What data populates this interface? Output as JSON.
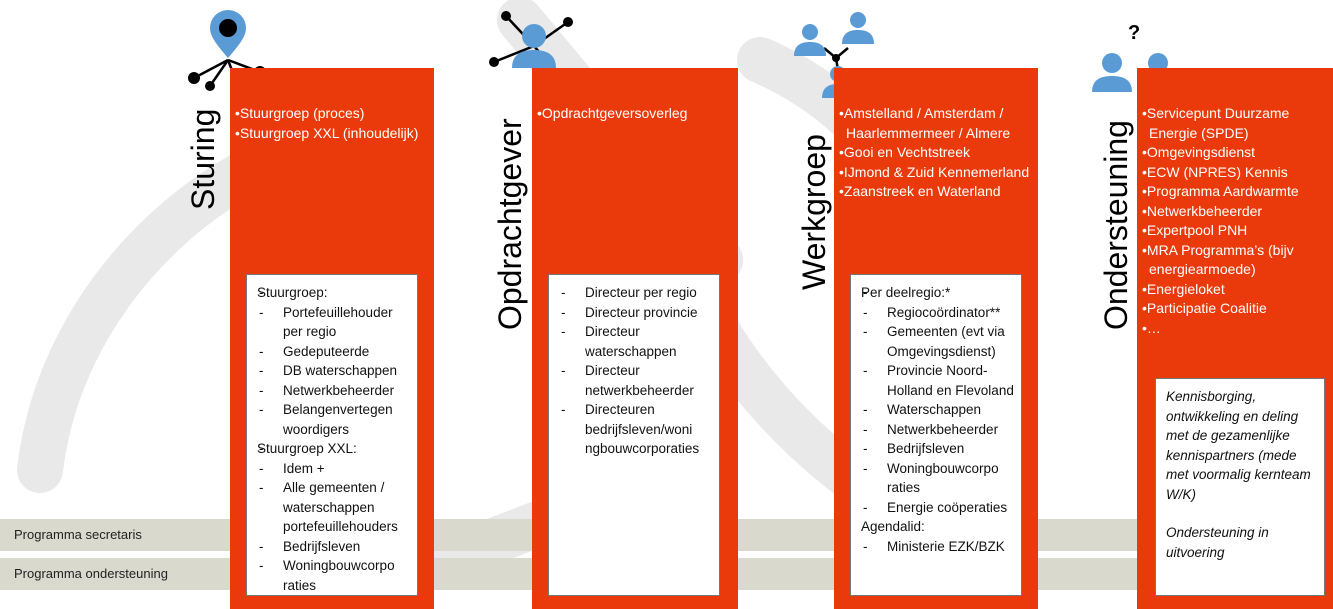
{
  "colors": {
    "column": "#ea3a0c",
    "band": "#d9d9ce",
    "icon": "#5b9bd5",
    "node": "#000000"
  },
  "bands": [
    {
      "label": "Programma secretaris"
    },
    {
      "label": "Programma ondersteuning"
    }
  ],
  "columns": [
    {
      "title": "Sturing",
      "icon": "map-pin-network-icon",
      "bullets": [
        "Stuurgroep (proces)",
        "Stuurgroep XXL (inhoudelijk)"
      ],
      "box": {
        "groups": [
          {
            "header": "Stuurgroep:",
            "items": [
              "Portefeuillehouder per regio",
              "Gedeputeerde",
              "DB waterschappen",
              "Netwerkbeheerder",
              "Belangenvertegen woordigers"
            ]
          },
          {
            "header": "Stuurgroep XXL:",
            "items": [
              "Idem +",
              "Alle gemeenten / waterschappen portefeuillehouders",
              "Bedrijfsleven",
              "Woningbouwcorpo raties"
            ]
          }
        ]
      }
    },
    {
      "title": "Opdrachtgever",
      "icon": "person-network-icon",
      "bullets": [
        "Opdrachtgeversoverleg"
      ],
      "box": {
        "groups": [
          {
            "header": "",
            "items": [
              "Directeur per regio",
              "Directeur provincie",
              "Directeur waterschappen",
              "Directeur netwerkbeheerder",
              "Directeuren bedrijfsleven/woni ngbouwcorporaties"
            ]
          }
        ]
      }
    },
    {
      "title": "Werkgroep",
      "icon": "people-network-icon",
      "bullets": [
        "Amstelland / Amsterdam / Haarlemmermeer / Almere",
        "Gooi en Vechtstreek",
        "IJmond & Zuid Kennemerland",
        "Zaanstreek en Waterland"
      ],
      "box": {
        "groups": [
          {
            "header": "Per deelregio:*",
            "items": [
              "Regiocoördinator**",
              "Gemeenten (evt via Omgevingsdienst)",
              "Provincie Noord-Holland en Flevoland",
              "Waterschappen",
              "Netwerkbeheerder",
              "Bedrijfsleven",
              "Woningbouwcorpo raties",
              "Energie coöperaties"
            ]
          },
          {
            "header": "Agendalid:",
            "items": [
              "Ministerie EZK/BZK"
            ]
          }
        ]
      }
    },
    {
      "title": "Ondersteuning",
      "icon": "two-people-icon",
      "question_mark": "?",
      "bullets": [
        "Servicepunt Duurzame Energie (SPDE)",
        "Omgevingsdienst",
        "ECW (NPRES) Kennis",
        "Programma Aardwarmte",
        "Netwerkbeheerder",
        "Expertpool PNH",
        "MRA Programma’s (bijv energiearmoede)",
        "Energieloket",
        "Participatie Coalitie",
        "…"
      ],
      "box": {
        "paragraphs": [
          "Kennisborging, ontwikkeling en deling met de gezamenlijke kennispartners (mede met voormalig kernteam W/K)",
          "Ondersteuning in uitvoering"
        ]
      }
    }
  ]
}
